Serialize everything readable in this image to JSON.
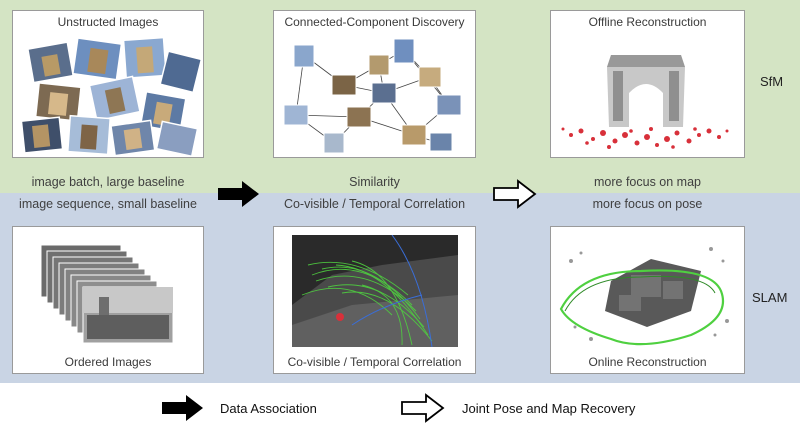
{
  "rows": {
    "sfm_label": "SfM",
    "slam_label": "SLAM"
  },
  "panels": {
    "unstructured_images": "Unstructed Images",
    "connected_component_discovery": "Connected-Component Discovery",
    "offline_reconstruction": "Offline Reconstruction",
    "ordered_images": "Ordered Images",
    "covisible_correlation_panel": "Co-visible / Temporal Correlation",
    "online_reconstruction": "Online Reconstruction"
  },
  "captions": {
    "sfm_input": "image batch, large baseline",
    "sfm_association": "Similarity",
    "sfm_recovery": "more focus on map",
    "slam_input": "image sequence, small baseline",
    "slam_association": "Co-visible / Temporal Correlation",
    "slam_recovery": "more focus on pose"
  },
  "legend": {
    "data_association": "Data Association",
    "joint_recovery": "Joint Pose and Map Recovery"
  },
  "colors": {
    "sfm_band": "#d4e4c4",
    "slam_band": "#c9d4e4",
    "arrow_filled": "#000000",
    "arrow_outline": "#000000",
    "point_cloud_red": "#d8303a",
    "trajectory_green": "#4fd040"
  }
}
